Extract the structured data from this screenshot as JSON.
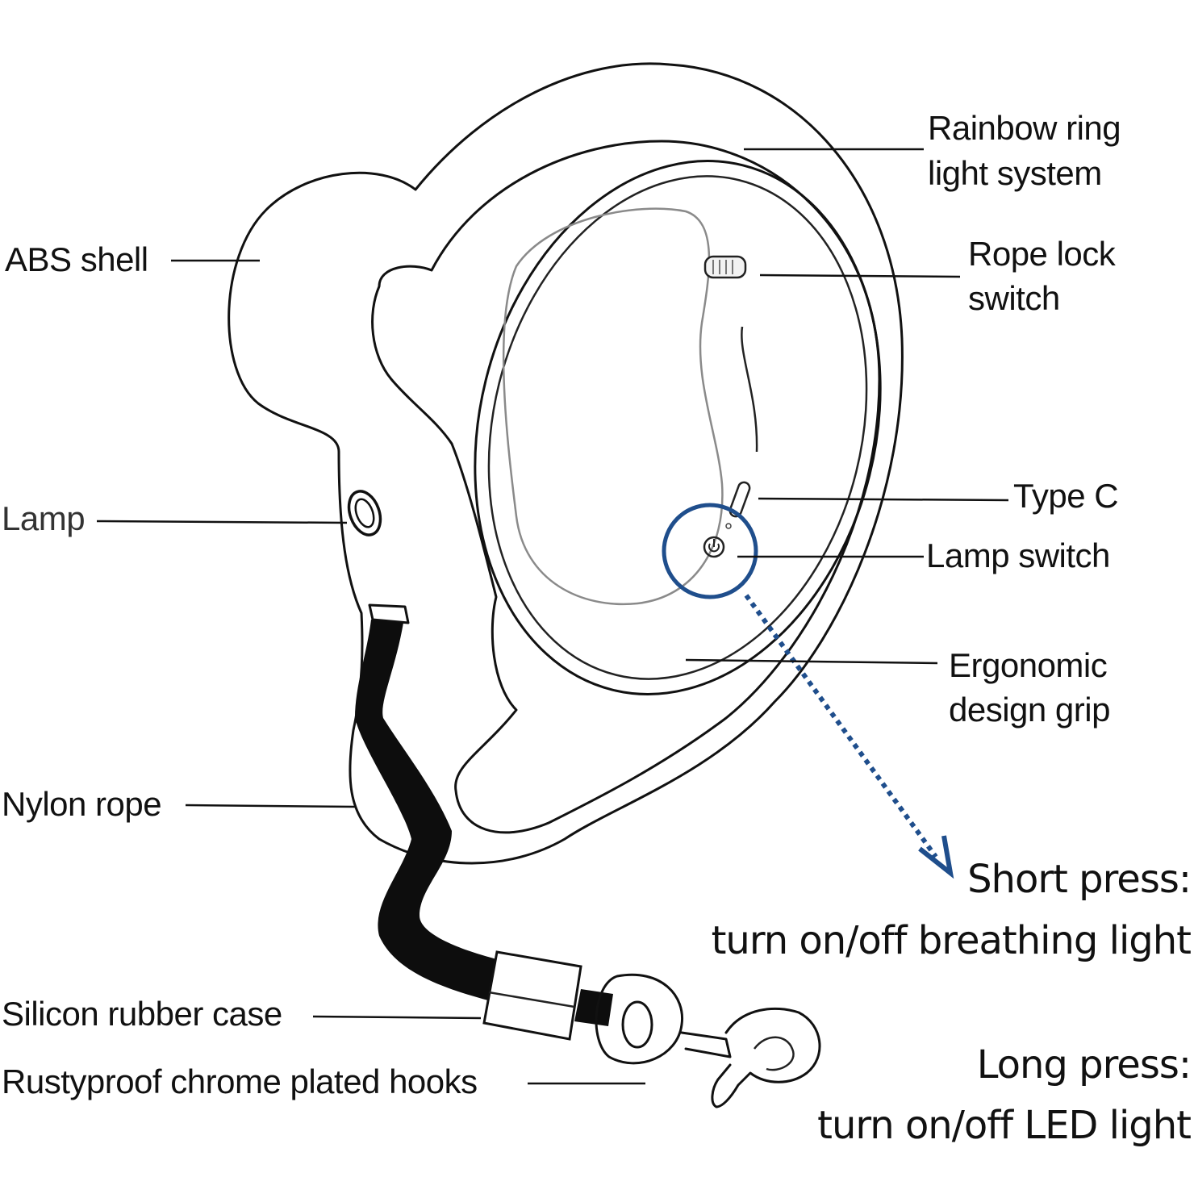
{
  "labels": {
    "abs_shell": "ABS shell",
    "lamp": "Lamp",
    "nylon_rope": "Nylon rope",
    "silicon_case": "Silicon rubber case",
    "hooks": "Rustyproof chrome plated hooks",
    "rainbow_ring_line1": "Rainbow ring",
    "rainbow_ring_line2": "light system",
    "rope_lock_line1": "Rope lock",
    "rope_lock_line2": "switch",
    "type_c": "Type C",
    "lamp_switch": "Lamp switch",
    "grip_line1": "Ergonomic",
    "grip_line2": "design grip"
  },
  "notes": {
    "short_press_title": "Short press:",
    "short_press_desc": "turn on/off breathing light",
    "long_press_title": "Long press:",
    "long_press_desc": "turn on/off LED light"
  },
  "colors": {
    "line": "#111111",
    "accent": "#1f4e8c",
    "rope": "#0d0d0d",
    "inner_panel": "#8a8a8a"
  }
}
